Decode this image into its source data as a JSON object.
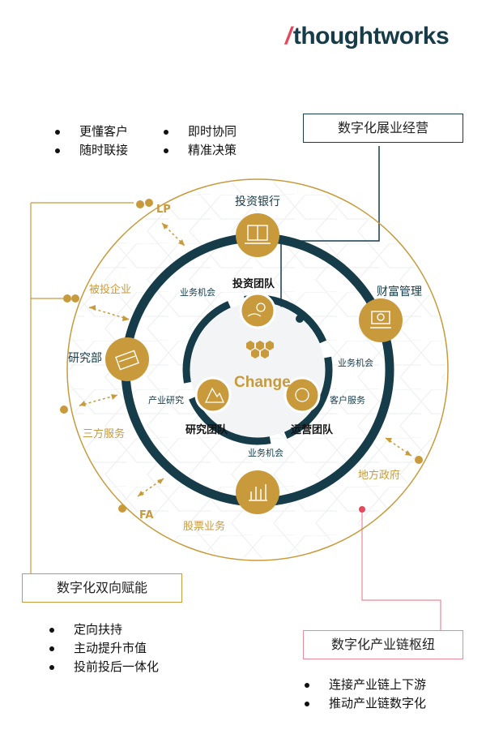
{
  "logo": {
    "slash": "/",
    "text": "thoughtworks"
  },
  "top_bullets": {
    "col1": [
      "更懂客户",
      "随时联接"
    ],
    "col2": [
      "即时协同",
      "精准决策"
    ]
  },
  "boxes": {
    "expansion": "数字化展业经营",
    "empower": "数字化双向赋能",
    "hub": "数字化产业链枢纽"
  },
  "outer_labels": {
    "lp": "LP",
    "invested": "被投企业",
    "third_party": "三方服务",
    "fa": "FA",
    "stock": "股票业务",
    "gov": "地方政府"
  },
  "ring_labels": {
    "ib": "投资银行",
    "wealth": "财富管理",
    "research_dept": "研究部"
  },
  "inner_labels": {
    "biz_opp_top": "业务机会",
    "biz_opp_right": "业务机会",
    "biz_opp_bottom": "业务机会",
    "industry_research": "产业研究",
    "client_service": "客户服务"
  },
  "teams": {
    "investment": "投资团队",
    "research": "研究团队",
    "operations": "运营团队"
  },
  "center": {
    "change": "Change"
  },
  "bottom_left_bullets": [
    "定向扶持",
    "主动提升市值",
    "投前投后一体化"
  ],
  "bottom_right_bullets": [
    "连接产业链上下游",
    "推动产业链数字化"
  ],
  "colors": {
    "teal": "#163c4a",
    "gold": "#c89a3c",
    "pink": "#e88a9a",
    "accent": "#e8475a"
  }
}
